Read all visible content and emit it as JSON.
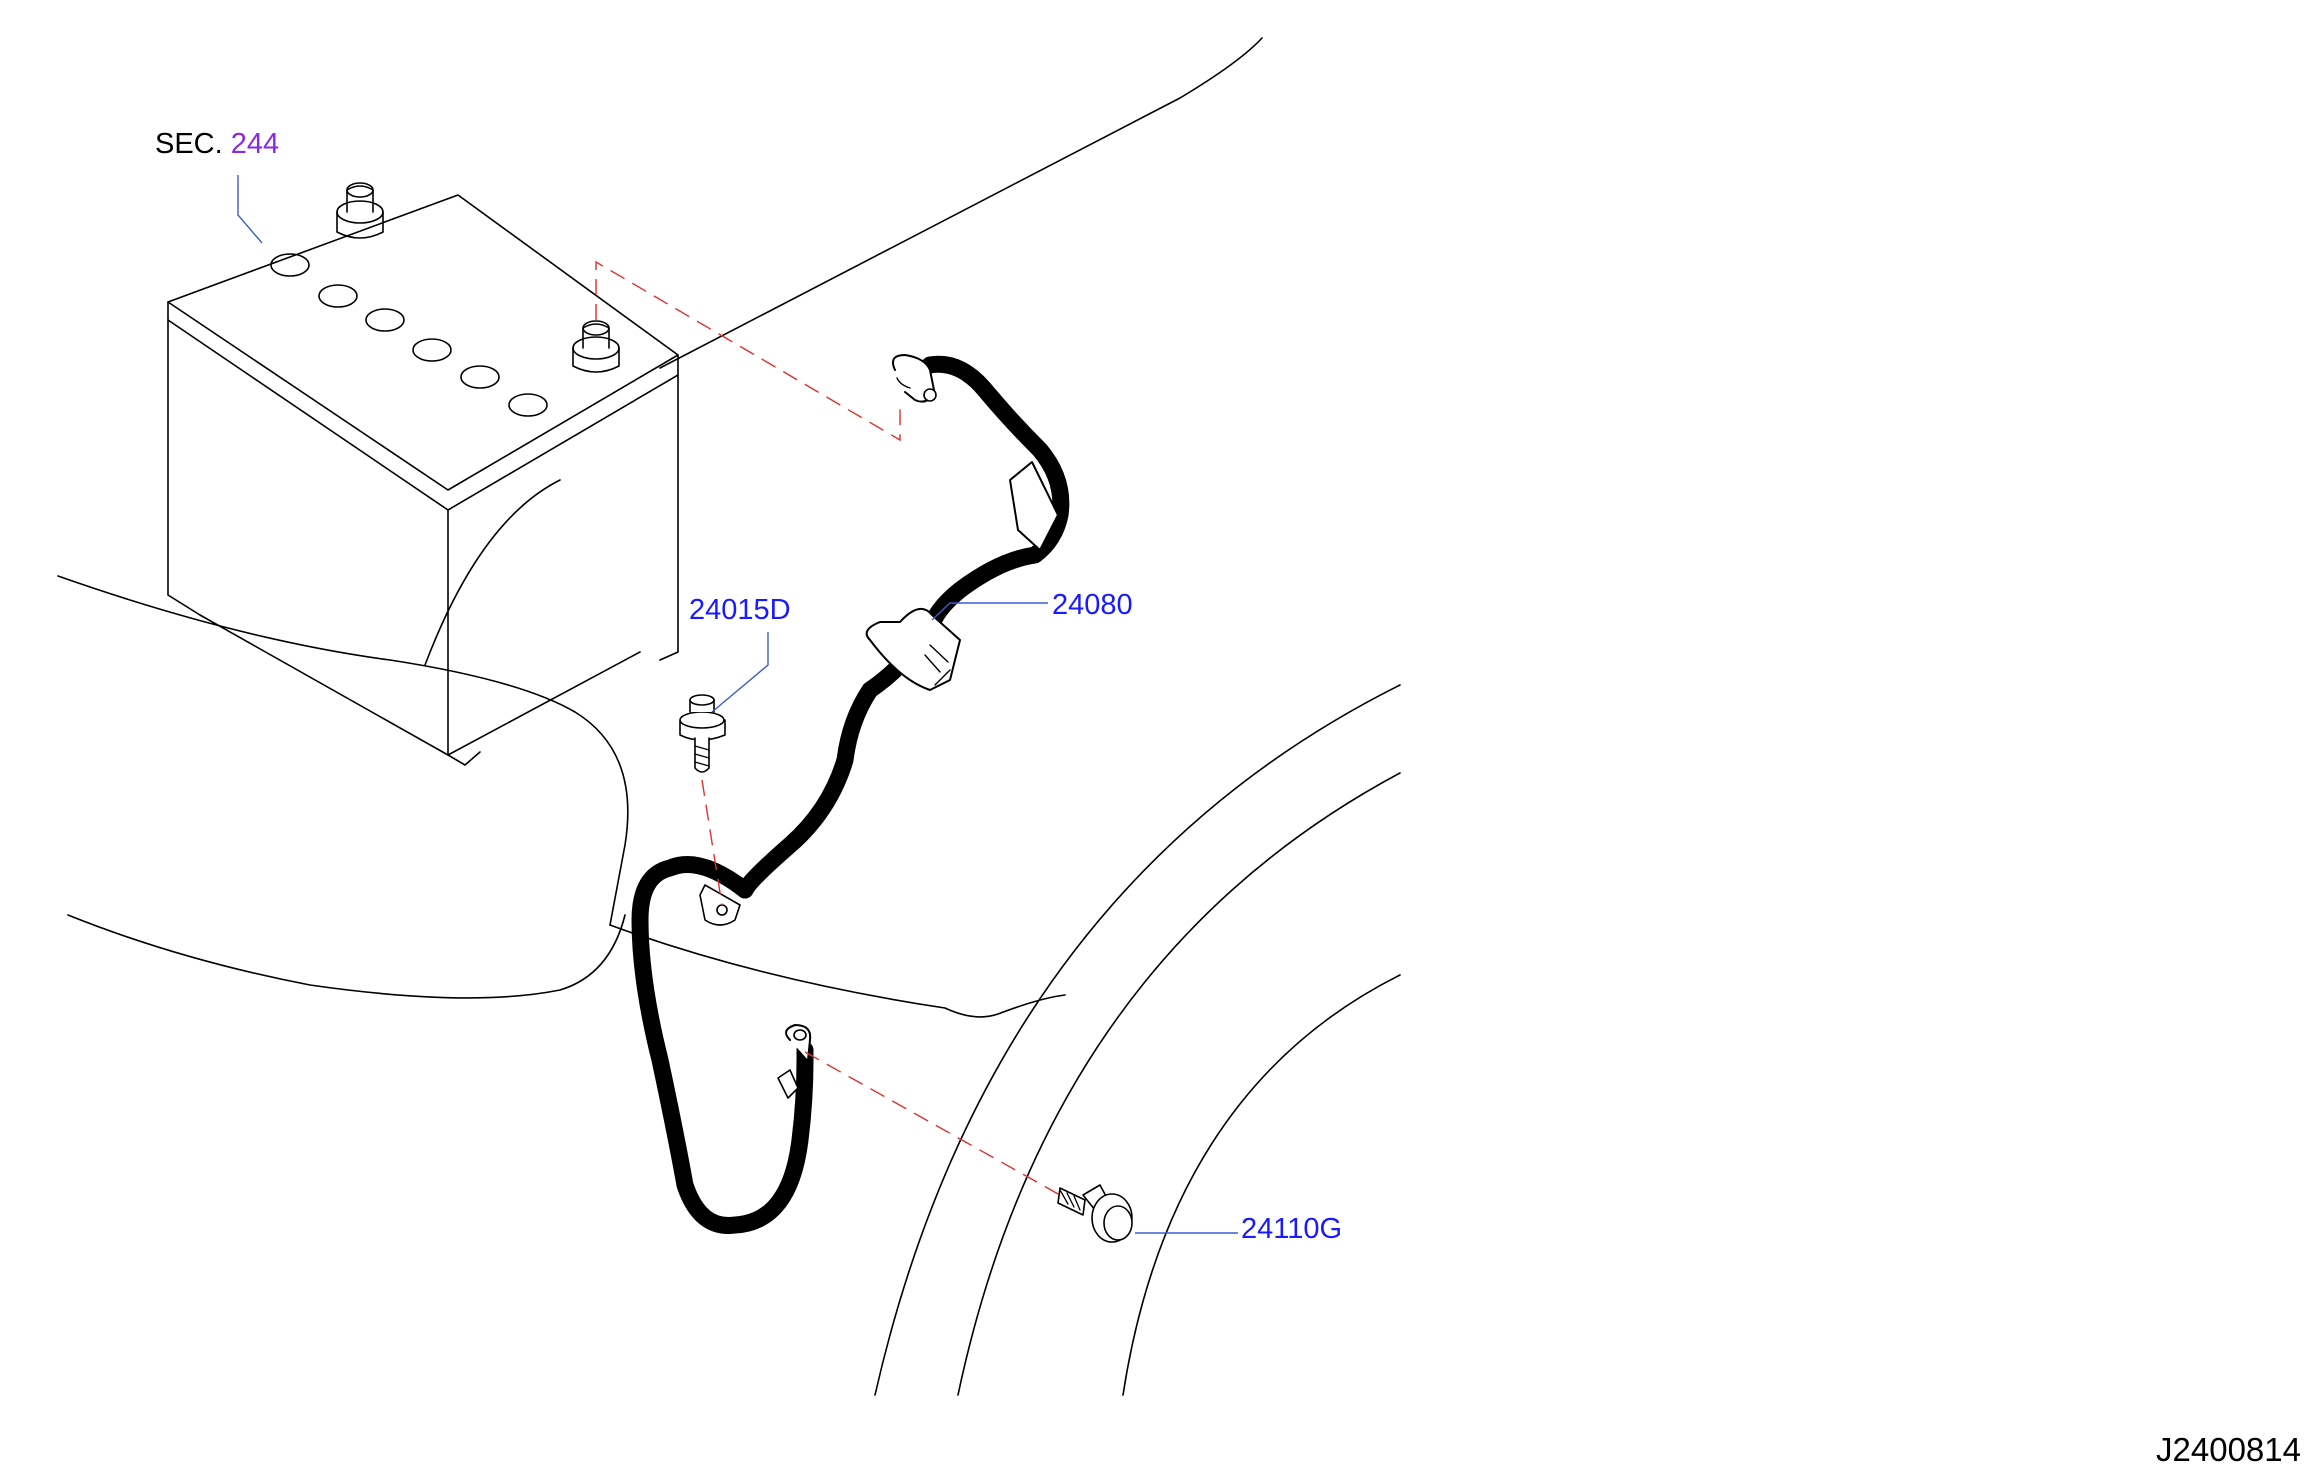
{
  "diagram": {
    "section_ref": {
      "prefix": "SEC.",
      "number": "244"
    },
    "parts": {
      "bolt": "24015D",
      "cable": "24080",
      "ground_bolt": "24110G"
    },
    "figure_code": "J2400814"
  },
  "colors": {
    "line": "#000000",
    "leader": "#3a5fcd",
    "dashed": "#e03030",
    "part_text": "#1a1aff",
    "section_text": "#8a2be2"
  }
}
